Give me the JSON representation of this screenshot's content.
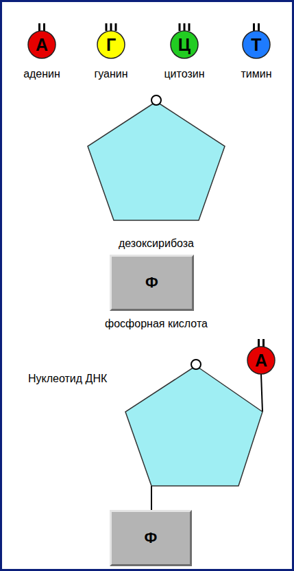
{
  "diagram": {
    "nodes": [
      {
        "text": [
          "А",
          "аденин"
        ]
      },
      {
        "text": [
          "Г",
          "гуанин"
        ]
      },
      {
        "text": [
          "Ц",
          "цитозин"
        ]
      },
      {
        "text": [
          "Т",
          "тимин"
        ]
      },
      {
        "text": [
          "дезоксирибоза"
        ]
      },
      {
        "text": [
          "Ф",
          "фосфорная кислота"
        ]
      },
      {
        "text": [
          "Нуклеотид ДНК"
        ]
      },
      {
        "text": [
          "А"
        ]
      },
      {
        "text": [
          "Ф"
        ]
      }
    ],
    "edges": [
      {
        "from": 7,
        "to": 6,
        "arrow": "none"
      },
      {
        "from": 6,
        "to": 8,
        "arrow": "none"
      }
    ]
  }
}
